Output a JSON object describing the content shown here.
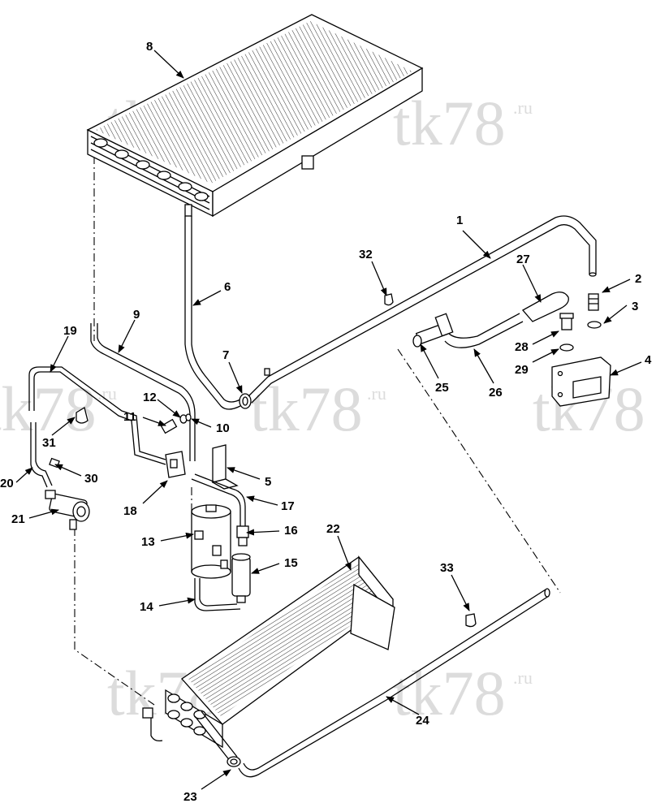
{
  "watermark": {
    "main": "tk78",
    "suffix": ".ru"
  },
  "callouts": [
    "1",
    "2",
    "3",
    "4",
    "5",
    "6",
    "7",
    "8",
    "9",
    "10",
    "11",
    "12",
    "13",
    "14",
    "15",
    "16",
    "17",
    "18",
    "19",
    "20",
    "21",
    "22",
    "23",
    "24",
    "25",
    "26",
    "27",
    "28",
    "29",
    "30",
    "31",
    "32",
    "33"
  ]
}
